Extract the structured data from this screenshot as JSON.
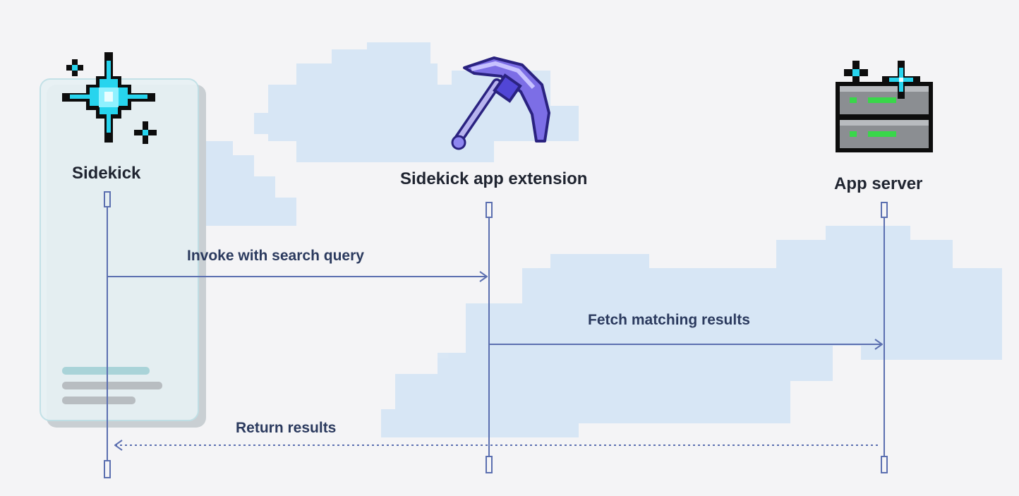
{
  "actors": [
    {
      "label": "Sidekick",
      "icon": "sparkle-icon"
    },
    {
      "label": "Sidekick app extension",
      "icon": "pickaxe-icon"
    },
    {
      "label": "App server",
      "icon": "server-icon"
    }
  ],
  "messages": [
    {
      "label": "Invoke with search query",
      "from": "Sidekick",
      "to": "Sidekick app extension",
      "style": "solid"
    },
    {
      "label": "Fetch matching results",
      "from": "Sidekick app extension",
      "to": "App server",
      "style": "solid"
    },
    {
      "label": "Return results",
      "from": "App server",
      "to": "Sidekick",
      "style": "dotted"
    }
  ],
  "colors": {
    "background": "#f4f4f6",
    "lifeline": "#5b6fb0",
    "label_text": "#1f2430",
    "message_text": "#2b3a5e",
    "cloud": "#d3e4f5",
    "sparkle_cyan": "#27d4ee",
    "pickaxe_violet": "#7c6ee6",
    "server_grey": "#8b8e92",
    "server_led": "#39d74a"
  }
}
